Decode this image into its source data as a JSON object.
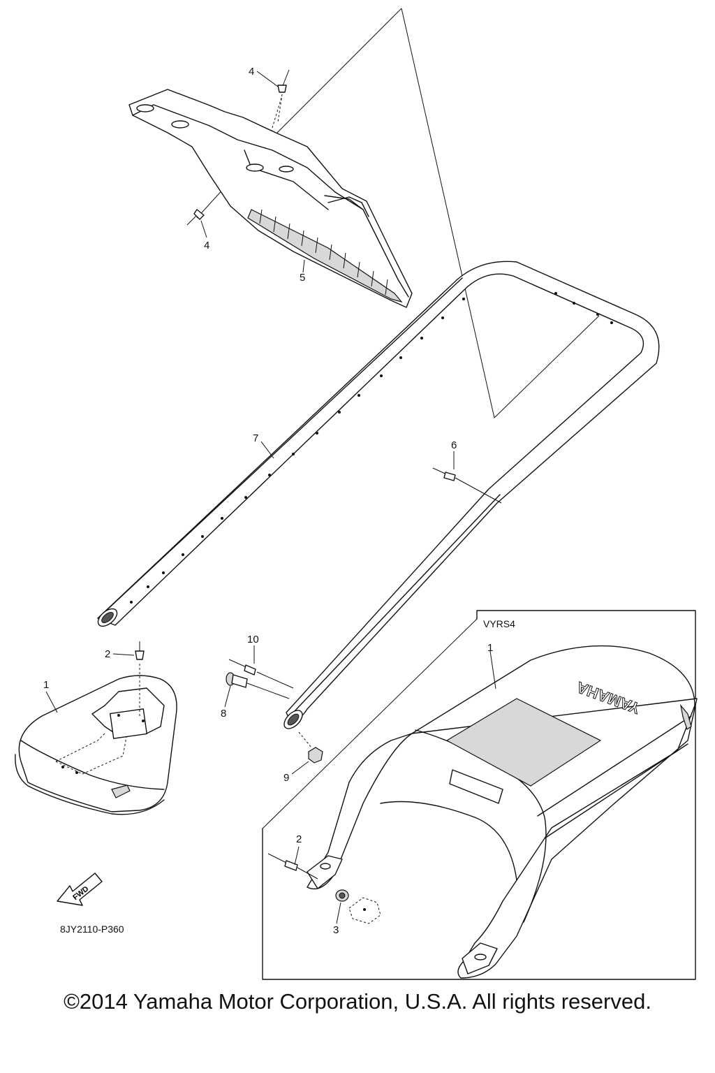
{
  "diagram": {
    "variant_label": "VYRS4",
    "drawing_code": "8JY2110-P360",
    "fwd_label": "FWD",
    "brand_text": "YAMAHA",
    "callouts": {
      "c4a": "4",
      "c4b": "4",
      "c5": "5",
      "c7": "7",
      "c6": "6",
      "c2a": "2",
      "c1a": "1",
      "c10": "10",
      "c8": "8",
      "c9": "9",
      "c1b": "1",
      "c2b": "2",
      "c3": "3"
    }
  },
  "footer": {
    "copyright": "©2014 Yamaha Motor Corporation, U.S.A. All rights reserved."
  }
}
